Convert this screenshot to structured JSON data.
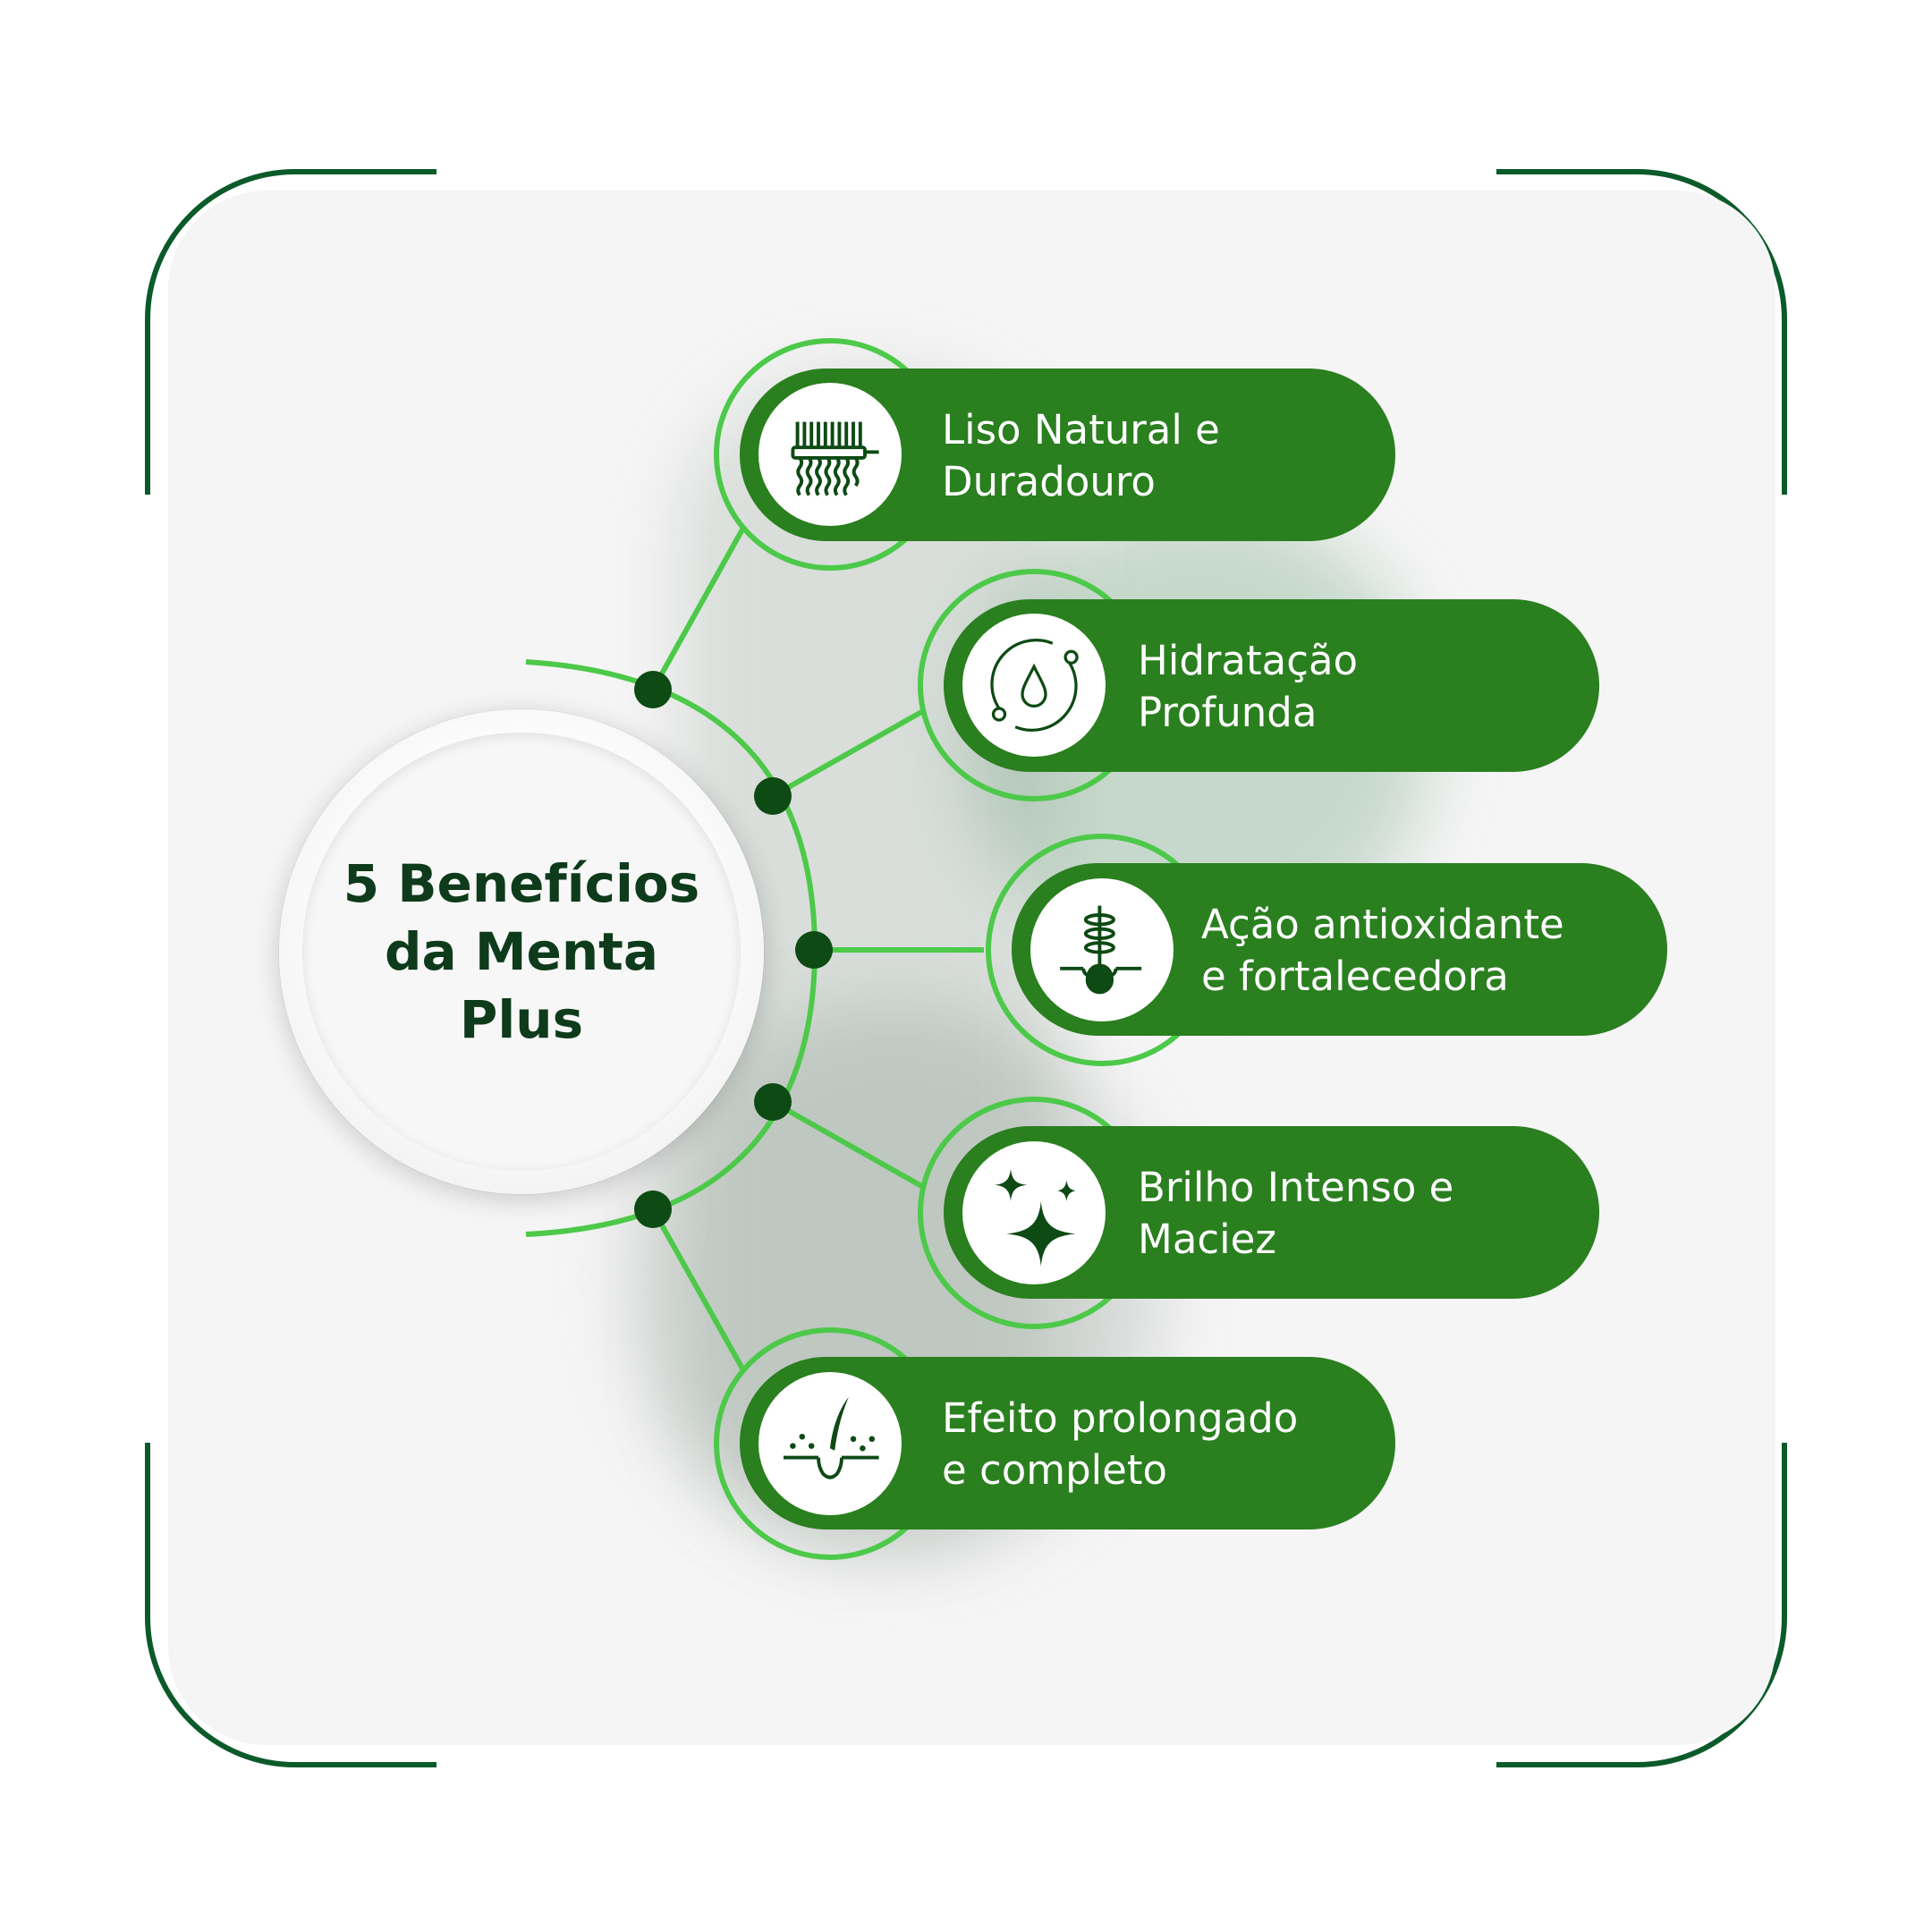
{
  "title": "5 Benefícios da Menta Plus",
  "colors": {
    "dark_green": "#0b5a2a",
    "pill_green": "#2a7f1f",
    "light_green": "#4dc94a",
    "dot_green": "#0d4a14"
  },
  "benefits": [
    {
      "line1": "Liso Natural e",
      "line2": "Duradouro",
      "icon": "hair-straightener-icon"
    },
    {
      "line1": "Hidratação",
      "line2": "Profunda",
      "icon": "water-drop-icon"
    },
    {
      "line1": "Ação antioxidante",
      "line2": "e fortalecedora",
      "icon": "hair-follicle-strengthen-icon"
    },
    {
      "line1": "Brilho Intenso e",
      "line2": "Maciez",
      "icon": "sparkles-icon"
    },
    {
      "line1": "Efeito prolongado",
      "line2": "e completo",
      "icon": "hair-root-icon"
    }
  ]
}
